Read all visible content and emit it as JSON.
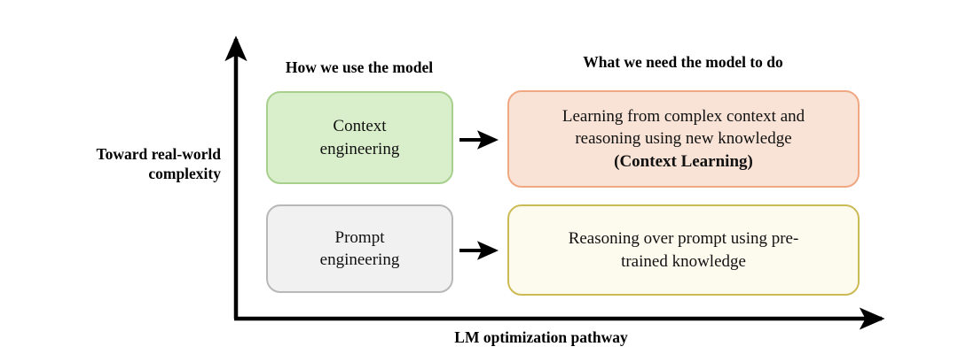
{
  "axes": {
    "y_label": "Toward real-world\ncomplexity",
    "x_label": "LM optimization pathway",
    "color": "#000000"
  },
  "headers": {
    "left": "How we use the model",
    "right": "What we need the model to do"
  },
  "rows": [
    {
      "id": "context-row",
      "left_box": {
        "text": "Context\nengineering",
        "fill": "#d9efcb",
        "border": "#a8d08d"
      },
      "arrow": "arrow-right",
      "right_box": {
        "line1": "Learning from complex context and",
        "line2": "reasoning using new knowledge",
        "line3": "(Context Learning)",
        "fill": "#f9e3d6",
        "border": "#f0a882"
      }
    },
    {
      "id": "prompt-row",
      "left_box": {
        "text": "Prompt\nengineering",
        "fill": "#f1f1f1",
        "border": "#b8b8b8"
      },
      "arrow": "arrow-right",
      "right_box": {
        "line1": "Reasoning over prompt using pre-\ntrained knowledge",
        "fill": "#fdfaee",
        "border": "#ccbb55"
      }
    }
  ]
}
